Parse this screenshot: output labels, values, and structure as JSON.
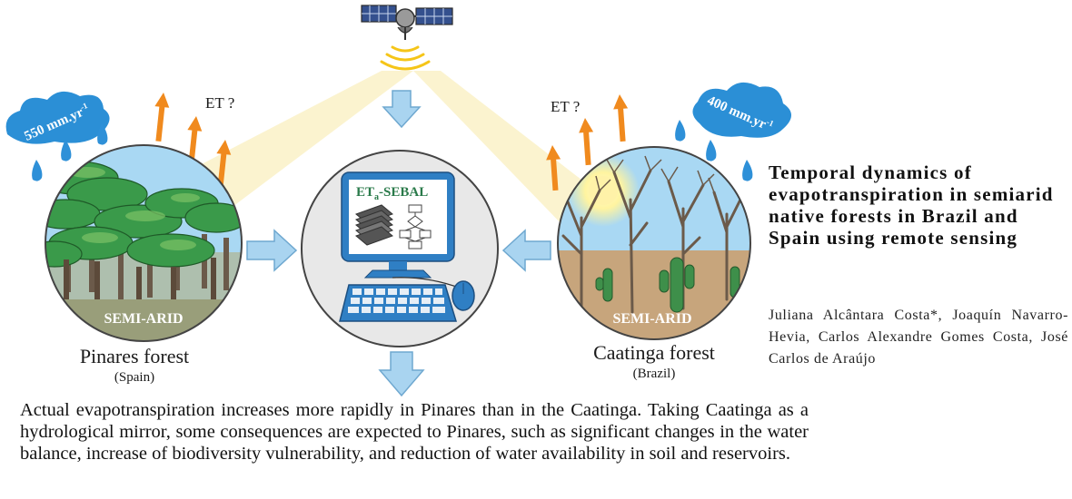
{
  "rain_left": "550 mm.yr",
  "rain_left_sup": "-1",
  "rain_right": "400 mm.yr",
  "rain_right_sup": "-1",
  "et_left": "ET ?",
  "et_right": "ET ?",
  "software_label": "ET",
  "software_label_sub": "a",
  "software_label_suffix": "-SEBAL",
  "left_badge": "SEMI-ARID",
  "right_badge": "SEMI-ARID",
  "left_forest_name": "Pinares forest",
  "left_forest_country": "(Spain)",
  "right_forest_name": "Caatinga forest",
  "right_forest_country": "(Brazil)",
  "title": "Temporal dynamics of evapotranspiration in semiarid native forests in Brazil and Spain using remote sensing",
  "authors": "Juliana Alcântara Costa*, Joaquín Navarro-Hevia, Carlos Alexandre Gomes Costa, José Carlos de Araújo",
  "summary": "Actual evapotranspiration increases more rapidly in Pinares than in the Caatinga. Taking Caatinga as a hydrological mirror, some consequences are expected to Pinares, such as significant changes in the water balance, increase of biodiversity vulnerability, and reduction of water availability in soil and reservoirs.",
  "colors": {
    "arrow_blue": "#a9d4f0",
    "arrow_orange": "#f08a1e",
    "rain_drop": "#2e90d8",
    "cloud_blue": "#2b8fd6",
    "beam_yellow": "#fbf3cf",
    "monitor_blue": "#2f7fc4",
    "sky_blue": "#a9d8f3",
    "soil": "#c7a57c",
    "foliage": "#3a9a4a"
  }
}
